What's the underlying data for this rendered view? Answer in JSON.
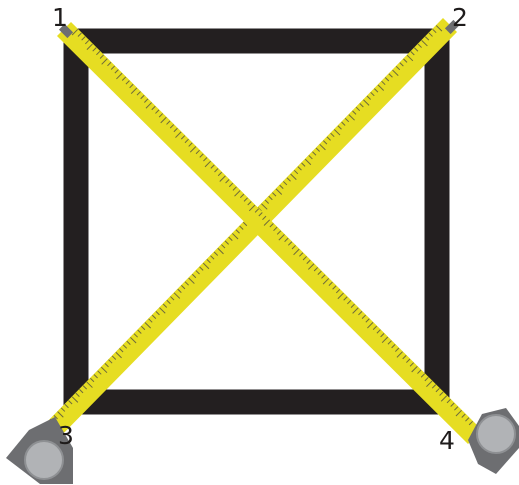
{
  "diagram": {
    "frame_color": "#231f20",
    "tape_color": "#e6dd22",
    "tape_edge_color": "#c9c21a",
    "tick_color": "#6e6a3a",
    "case_color": "#6d6e71",
    "reel_color": "#b1b3b6",
    "corner_labels": {
      "c1": "1",
      "c2": "2",
      "c3": "3",
      "c4": "4"
    }
  }
}
